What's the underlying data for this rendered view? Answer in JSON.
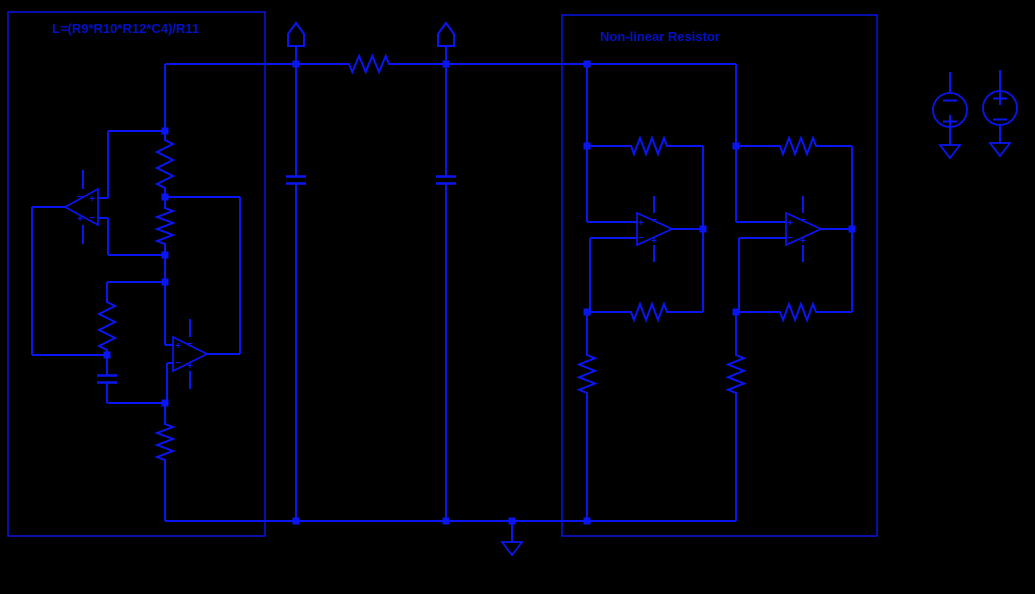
{
  "canvas": {
    "background": "#000000",
    "wire_color": "#0a16f2",
    "label_color": "#0011c8",
    "junction_color": "#0a16f2"
  },
  "labels": {
    "inductor_formula": "L=(R9*R10*R12*C4)/R11",
    "nonlinear_section_title": "Non-linear Resistor"
  },
  "opamp_marks": {
    "plus": "+",
    "minus": "−"
  },
  "sources": [
    {
      "polarity_top": "−",
      "polarity_bottom": "+"
    },
    {
      "polarity_top": "+",
      "polarity_bottom": "−"
    }
  ],
  "inventory": {
    "section_boxes": 2,
    "opamps": 4,
    "resistors": 11,
    "capacitors": 3,
    "voltage_sources": 2,
    "ground_symbols": 3,
    "net_flags": 2
  }
}
